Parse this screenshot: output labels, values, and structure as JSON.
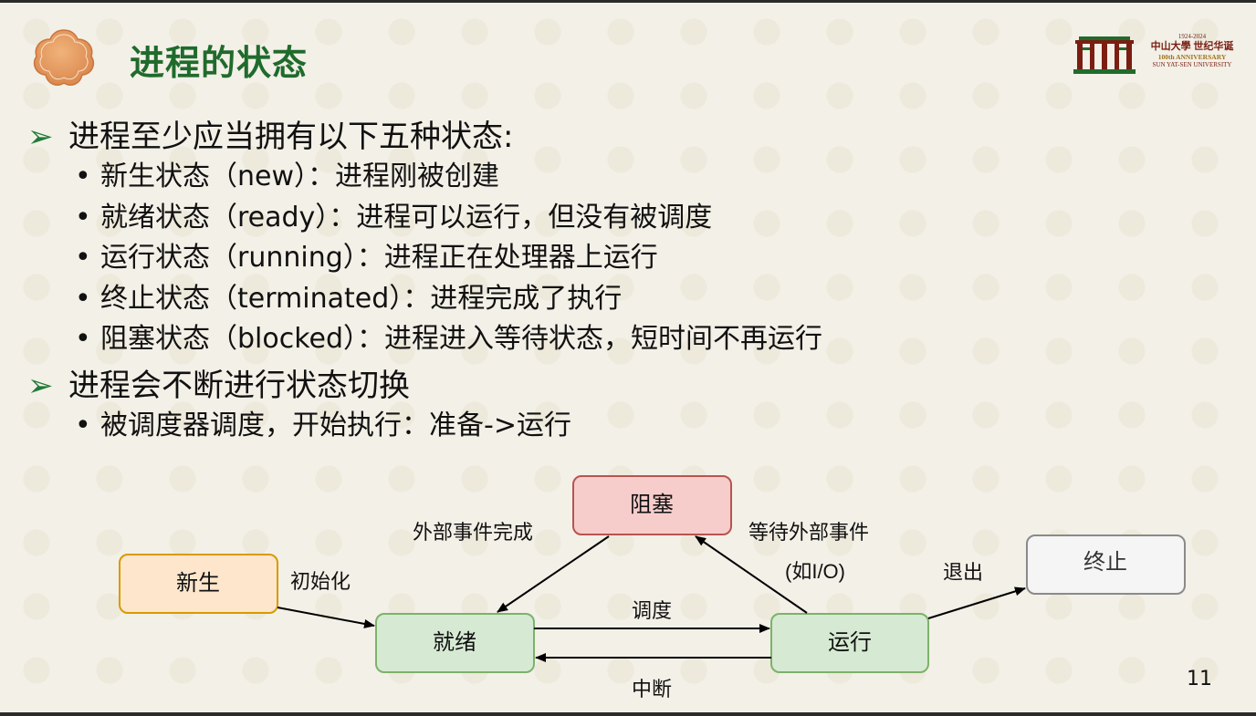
{
  "title": "进程的状态",
  "logo": {
    "years": "1924-2024",
    "cn": "中山大學 世纪华诞",
    "anniversary": "100th ANNIVERSARY",
    "university": "SUN YAT-SEN UNIVERSITY"
  },
  "bullets": [
    {
      "text": "进程至少应当拥有以下五种状态:",
      "subs": [
        "新生状态（new）：进程刚被创建",
        "就绪状态（ready）：进程可以运行，但没有被调度",
        "运行状态（running）：进程正在处理器上运行",
        "终止状态（terminated）：进程完成了执行",
        "阻塞状态（blocked）：进程进入等待状态，短时间不再运行"
      ]
    },
    {
      "text": "进程会不断进行状态切换",
      "subs": [
        "被调度器调度，开始执行：准备->运行"
      ]
    }
  ],
  "diagram": {
    "nodes": {
      "new": "新生",
      "ready": "就绪",
      "running": "运行",
      "blocked": "阻塞",
      "terminated": "终止"
    },
    "edges": {
      "init": "初始化",
      "dispatch": "调度",
      "interrupt": "中断",
      "io_complete": "外部事件完成",
      "wait": "等待外部事件",
      "wait_sub": "(如I/O)",
      "exit": "退出"
    },
    "colors": {
      "new_fill": "#fde6cc",
      "new_stroke": "#d79b00",
      "ready_fill": "#d6ead3",
      "ready_stroke": "#7cb26a",
      "blocked_fill": "#f7cdcc",
      "blocked_stroke": "#b85450",
      "term_fill": "#f5f5f5",
      "term_stroke": "#8a8a8a"
    }
  },
  "page_number": "11"
}
